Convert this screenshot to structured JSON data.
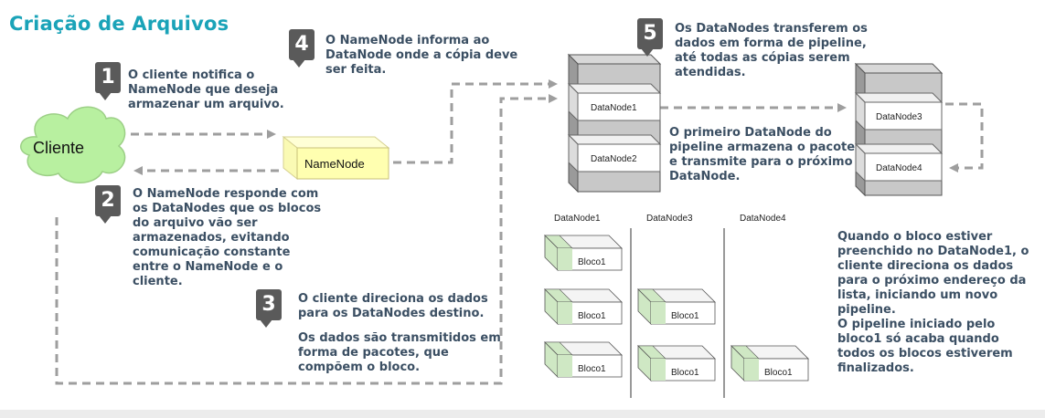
{
  "title": "Criação de Arquivos",
  "client_label": "Cliente",
  "namenode_label": "NameNode",
  "steps": [
    {
      "num": "1",
      "text": "O cliente notifica o\nNameNode que deseja\narmazenar um arquivo."
    },
    {
      "num": "2",
      "text": "O NameNode responde com\nos DataNodes que os blocos\ndo arquivo vão ser\narmazenados, evitando\ncomunicação constante\nentre o NameNode e o\ncliente."
    },
    {
      "num": "3",
      "text": "O cliente direciona os dados\npara os DataNodes destino."
    },
    {
      "num": "4",
      "text": "O NameNode informa ao\nDataNode onde a cópia deve\nser feita."
    },
    {
      "num": "5",
      "text": "Os DataNodes transferem os\ndados em forma de pipeline,\naté todas as cópias serem\natendidas."
    }
  ],
  "step3_extra": "Os dados são transmitidos em\nforma de pacotes, que\ncompõem o bloco.",
  "pipeline_note": "O primeiro DataNode do\npipeline armazena o pacote\ne transmite para o próximo\nDataNode.",
  "right_note": "Quando o bloco estiver\npreenchido no DataNode1, o\ncliente direciona os dados\npara o próximo endereço da\nlista, iniciando um novo\npipeline.\nO pipeline iniciado pelo\nbloco1 só acaba quando\ntodos os blocos estiverem\nfinalizados.",
  "server_a": {
    "slot1": "DataNode1",
    "slot2": "DataNode2"
  },
  "server_b": {
    "slot1": "DataNode3",
    "slot2": "DataNode4"
  },
  "columns": [
    "DataNode1",
    "DataNode3",
    "DataNode4"
  ],
  "block_label": "Bloco1",
  "colors": {
    "accent": "#1aa3b8",
    "cloud": "#b8f0a0",
    "namenode": "#ffffb0",
    "block_green": "#cfe8c4",
    "arrow": "#9e9e9e",
    "badge": "#5a5a5a",
    "note_text": "#3b4f63"
  }
}
